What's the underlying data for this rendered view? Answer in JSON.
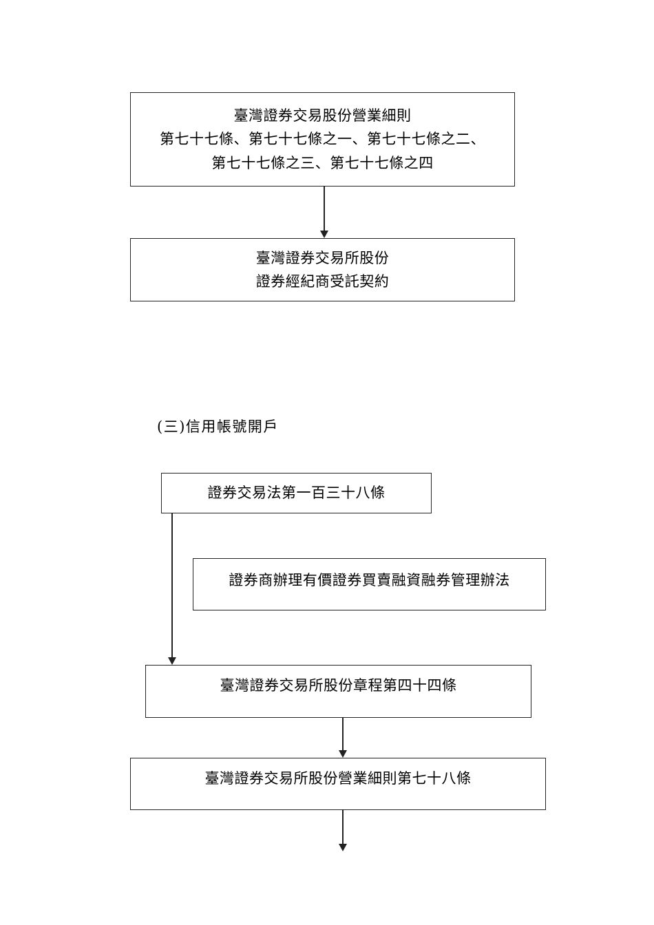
{
  "document": {
    "type": "flowchart",
    "page_background": "#ffffff",
    "line_color": "#222222",
    "text_color": "#000000"
  },
  "flow_top": {
    "boxes": [
      {
        "id": "box-securities-business-rules",
        "lines": [
          "臺灣證券交易股份營業細則",
          "第七十七條、第七十七條之一、第七十七條之二、",
          "第七十七條之三、第七十七條之四"
        ]
      },
      {
        "id": "box-broker-mandate-contract",
        "lines": [
          "臺灣證券交易所股份",
          "證券經紀商受託契約"
        ]
      }
    ]
  },
  "section": {
    "label": "(三)信用帳號開戶"
  },
  "flow_bottom": {
    "boxes": [
      {
        "id": "box-securities-exchange-act-138",
        "lines": [
          "證券交易法第一百三十八條"
        ]
      },
      {
        "id": "box-margin-lending-regulations",
        "lines": [
          "證券商辦理有價證券買賣融資融券管理辦法"
        ]
      },
      {
        "id": "box-twse-articles-44",
        "lines": [
          "臺灣證券交易所股份章程第四十四條"
        ]
      },
      {
        "id": "box-twse-business-rules-78",
        "lines": [
          "臺灣證券交易所股份營業細則第七十八條"
        ]
      }
    ]
  }
}
